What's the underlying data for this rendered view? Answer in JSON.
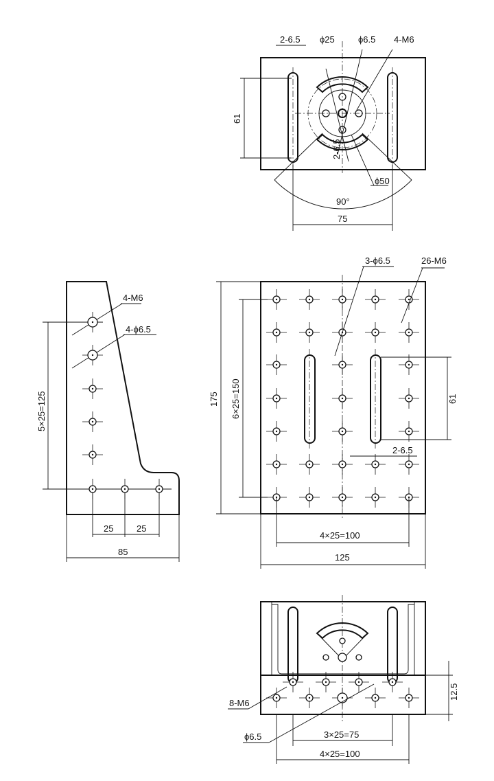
{
  "top_view": {
    "slot_width": "2-6.5",
    "bore_small": "ϕ25",
    "hole_dia": "ϕ6.5",
    "tapped": "4-M6",
    "slot_spacing": "61",
    "pcd": "ϕ50",
    "inner": "2-6.5",
    "angle": "90°",
    "width": "75"
  },
  "side_view": {
    "tapped": "4-M6",
    "holes": "4-ϕ6.5",
    "pitch": "5×25=125",
    "step1": "25",
    "step2": "25",
    "depth": "85"
  },
  "front_view": {
    "holes": "3-ϕ6.5",
    "tapped": "26-M6",
    "height": "175",
    "pitch_v": "6×25=150",
    "slot_spacing": "61",
    "slot_width": "2-6.5",
    "pitch_h": "4×25=100",
    "width": "125"
  },
  "bottom_view": {
    "tapped": "8-M6",
    "hole_dia": "ϕ6.5",
    "thickness": "12.5",
    "pitch_a": "3×25=75",
    "pitch_b": "4×25=100"
  }
}
